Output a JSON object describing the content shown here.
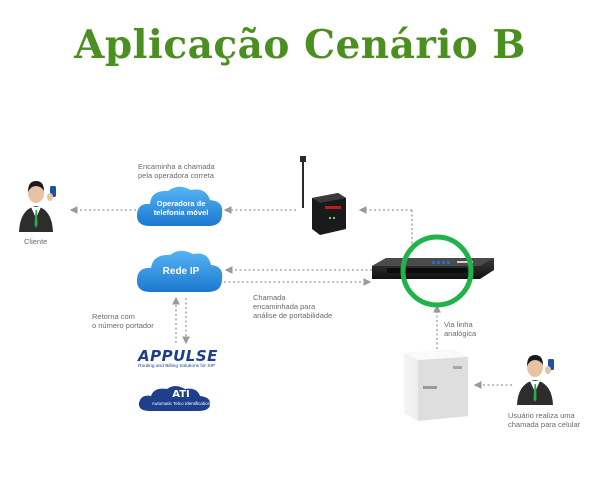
{
  "title": "Aplicação Cenário B",
  "colors": {
    "title_green": "#4a8f1f",
    "cloud_blue": "#2f8fe0",
    "highlight_green": "#1fb34a",
    "arrow_gray": "#9a9a9a",
    "brand_blue": "#1e3f8a"
  },
  "nodes": {
    "client": {
      "label": "Cliente",
      "icon": "person-phone-icon"
    },
    "operator_cloud": {
      "label_line1": "Operadora de",
      "label_line2": "telefonia móvel",
      "icon": "cloud-icon"
    },
    "ip_cloud": {
      "label": "Rede IP",
      "icon": "cloud-icon"
    },
    "cellular_interface": {
      "icon": "cellular-router-icon"
    },
    "rack_device": {
      "icon": "rack-switch-icon"
    },
    "pbx": {
      "icon": "pbx-cabinet-icon"
    },
    "user": {
      "label_line1": "Usuário realiza uma",
      "label_line2": "chamada para celular",
      "icon": "person-phone-icon"
    },
    "appulse_logo": {
      "wordmark": "APPULSE",
      "tagline": "Routing and Billing Solutions for SIP"
    },
    "ati_logo": {
      "wordmark": "ATI",
      "tagline": "Automatic Telco Identification"
    }
  },
  "annotations": {
    "forward_correct": [
      "Encaminha a chamada",
      "pela operadora correta"
    ],
    "call_forwarded": [
      "Chamada",
      "encaminhada para",
      "análise de portabilidade"
    ],
    "returns_carrier": [
      "Retorna com",
      "o número portador"
    ],
    "analog_line": [
      "Via linha",
      "analógica"
    ]
  }
}
